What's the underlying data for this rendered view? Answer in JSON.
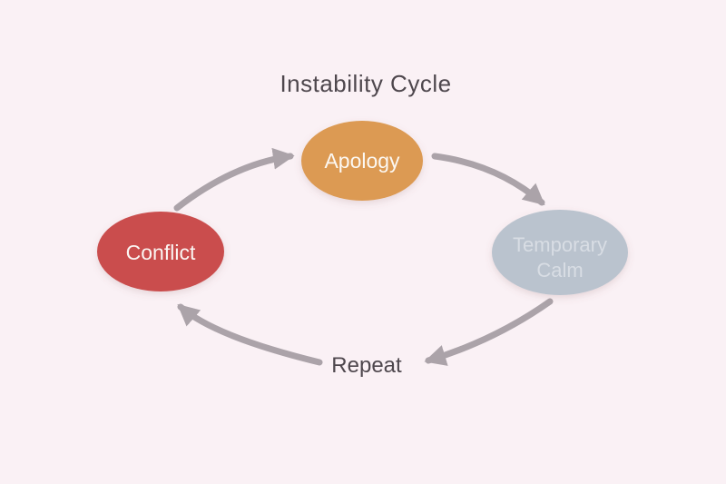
{
  "title": {
    "text": "Instability Cycle",
    "color": "#4E474D"
  },
  "diagram": {
    "background": "#FAF1F5",
    "arrow_color": "#ABA3A9",
    "nodes": [
      {
        "id": "apology",
        "label": "Apology",
        "fill": "#DC9A52",
        "text_color": "#FCF8F2"
      },
      {
        "id": "temporary-calm",
        "label": "Temporary Calm",
        "line1": "Temporary",
        "line2": "Calm",
        "fill": "#BAC3CE",
        "text_color": "#D8DDE4"
      },
      {
        "id": "conflict",
        "label": "Conflict",
        "fill": "#CA4D4D",
        "text_color": "#FBF5F2"
      }
    ],
    "cycle_label": {
      "text": "Repeat",
      "color": "#4E474D"
    },
    "edges": [
      {
        "from": "conflict",
        "to": "apology"
      },
      {
        "from": "apology",
        "to": "temporary-calm"
      },
      {
        "from": "temporary-calm",
        "to": "repeat"
      },
      {
        "from": "repeat",
        "to": "conflict"
      }
    ]
  }
}
